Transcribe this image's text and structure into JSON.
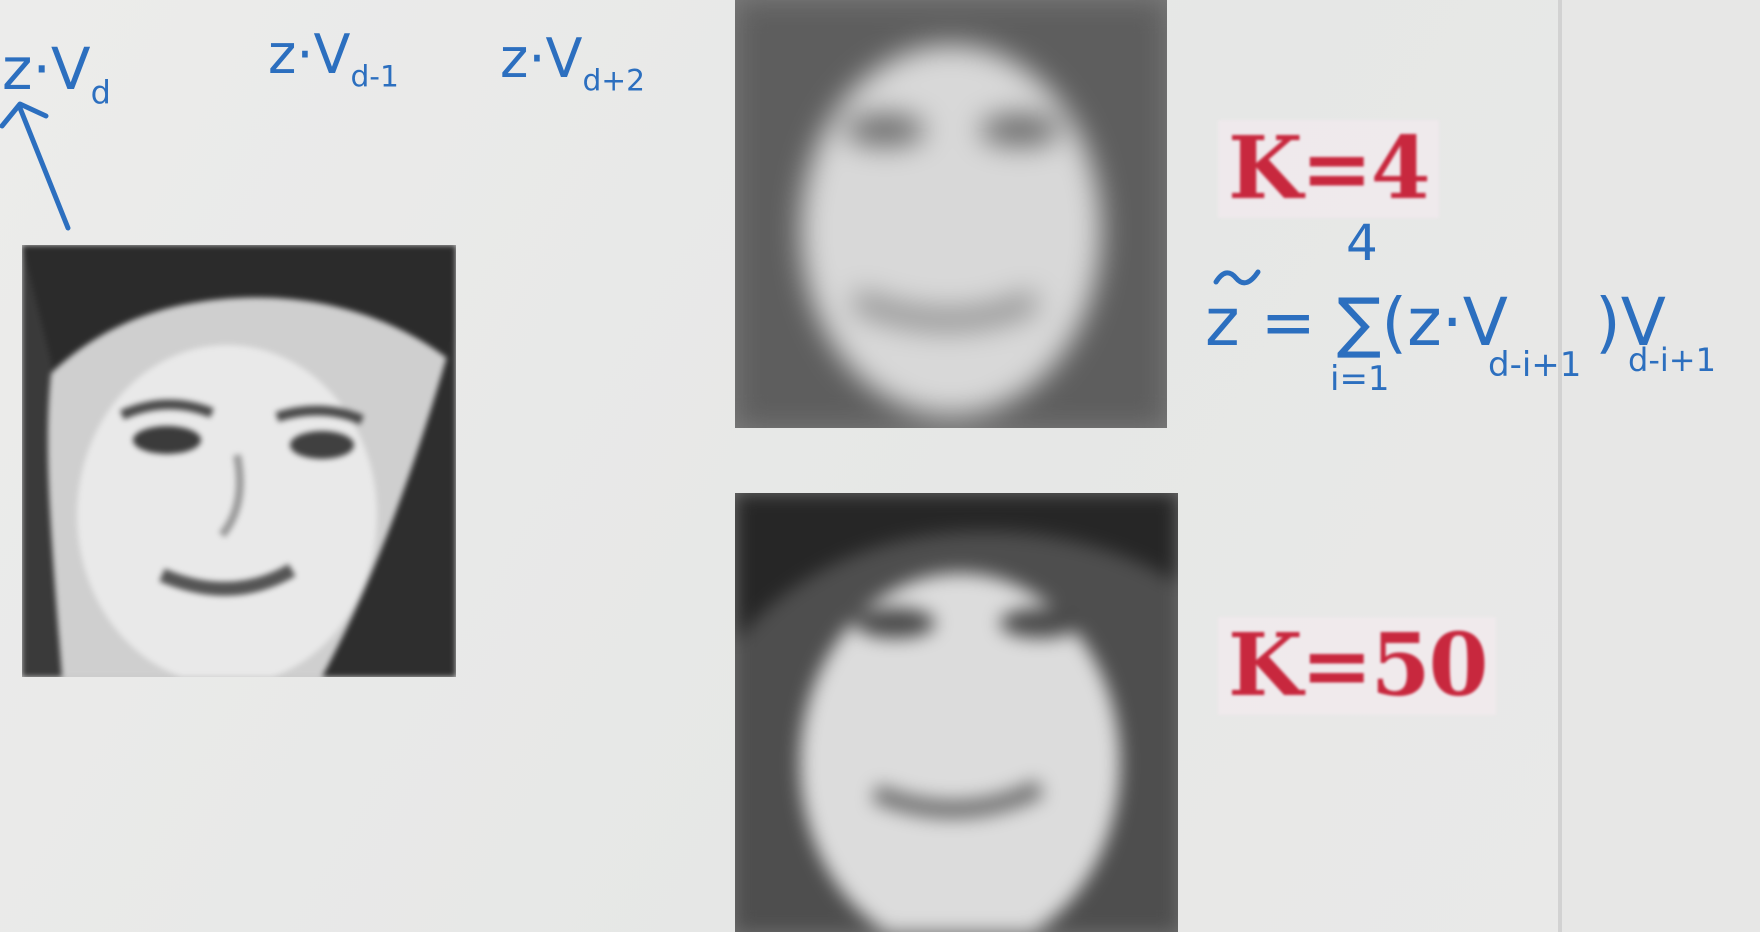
{
  "annotations": {
    "top_labels": [
      "z·V",
      "d",
      "z·V",
      "d-1",
      "z·V",
      "d+2"
    ],
    "formula": {
      "lhs": "z = ",
      "sum_upper": "4",
      "sum_symbol": "∑",
      "sum_lower": "i=1",
      "term": "(z·V",
      "term_sub": "d-i+1",
      "term_close": ")V",
      "term_close_sub": "d-i+1"
    }
  },
  "reconstructions": [
    {
      "label": "K=4"
    },
    {
      "label": "K=50"
    }
  ],
  "colors": {
    "ink": "#2c6fbf",
    "label": "#c8283e",
    "background": "#ececeb"
  }
}
